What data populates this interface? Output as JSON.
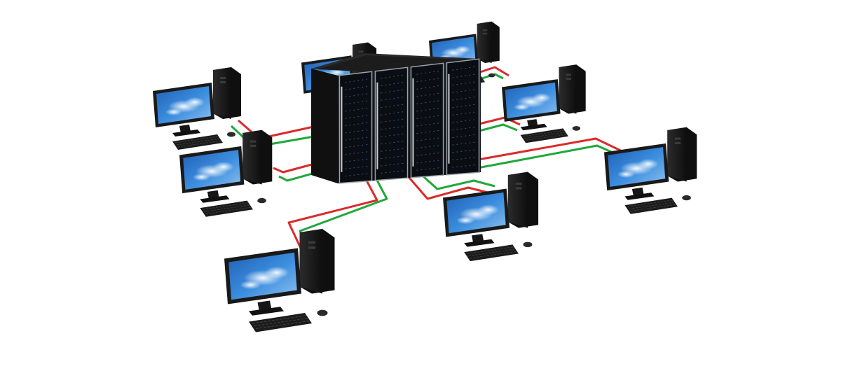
{
  "colors": {
    "background": "#ffffff",
    "cable_red": "#d92b2b",
    "cable_green": "#1fa83a",
    "server_body": "#141414",
    "server_panel": "#0a0d12",
    "server_trim": "#9aa1a8",
    "server_led": "#3a6cc9",
    "computer_case": "#191919",
    "screen_sky": "#2f7fd0",
    "screen_cloud": "#e9f2fb",
    "keyboard": "#1b1b1b"
  },
  "icons": {
    "server": "server-rack-icon",
    "computer": "desktop-computer-icon",
    "cable": "network-cable"
  },
  "network": {
    "server_rack": {
      "cabinets": 4
    },
    "workstations": 8,
    "cable_pairs": [
      "red",
      "green"
    ]
  }
}
